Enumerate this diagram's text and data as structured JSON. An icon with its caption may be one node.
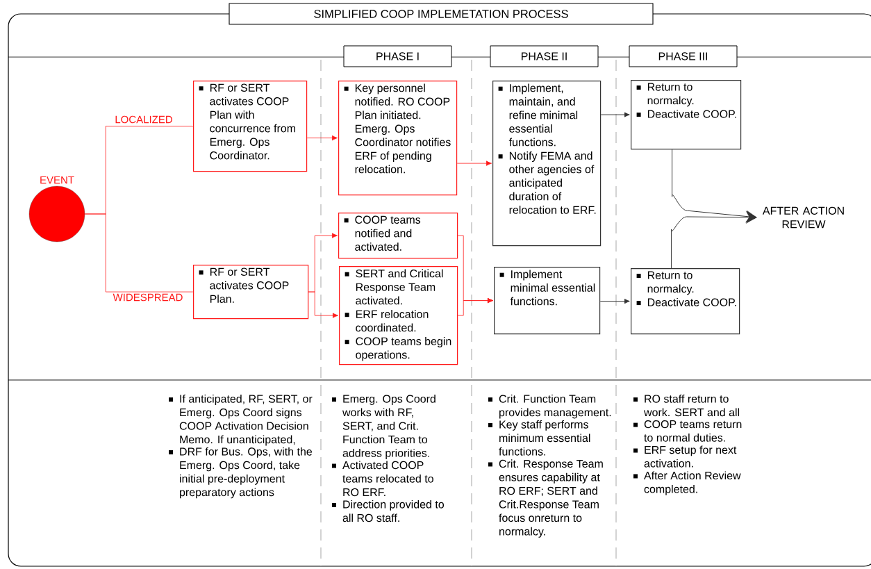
{
  "diagram": {
    "title": "SIMPLIFIED COOP IMPLEMETATION PROCESS",
    "nodes": [
      {
        "text": [
          "PHASE I"
        ]
      },
      {
        "text": [
          "PHASE II"
        ]
      },
      {
        "text": [
          "PHASE III"
        ]
      },
      {
        "text": [
          "EVENT"
        ]
      },
      {
        "text": [
          "RF or SERT activates COOP Plan with concurrence from Emerg. Ops Coordinator."
        ]
      },
      {
        "text": [
          "RF or SERT activates COOP Plan."
        ]
      },
      {
        "text": [
          "Key personnel notified. RO COOP Plan initiated. Emerg. Ops Coordinator notifies ERF of pending relocation."
        ]
      },
      {
        "text": [
          "COOP teams notified and activated."
        ]
      },
      {
        "text": [
          "SERT and Critical Response Team activated.",
          "ERF relocation coordinated.",
          "COOP teams begin operations."
        ]
      },
      {
        "text": [
          "Implement, maintain, and refine minimal essential functions.",
          "Notify FEMA and other agencies of anticipated duration of relocation to ERF."
        ]
      },
      {
        "text": [
          "Implement minimal essential functions."
        ]
      },
      {
        "text": [
          "Return to normalcy.",
          "Deactivate COOP."
        ]
      },
      {
        "text": [
          "Return to normalcy.",
          "Deactivate COOP."
        ]
      },
      {
        "text": [
          "AFTER ACTION REVIEW"
        ]
      }
    ],
    "edges": [
      {
        "from": 3,
        "to": 4,
        "arrow": "none",
        "label": "LOCALIZED"
      },
      {
        "from": 3,
        "to": 5,
        "arrow": "none",
        "label": "WIDESPREAD"
      },
      {
        "from": 4,
        "to": 6,
        "arrow": "to"
      },
      {
        "from": 6,
        "to": 9,
        "arrow": "to"
      },
      {
        "from": 5,
        "to": 7,
        "arrow": "to"
      },
      {
        "from": 5,
        "to": 8,
        "arrow": "to"
      },
      {
        "from": 7,
        "to": 10,
        "arrow": "to"
      },
      {
        "from": 8,
        "to": 10,
        "arrow": "to"
      },
      {
        "from": 9,
        "to": 11,
        "arrow": "to",
        "color": "#333333"
      },
      {
        "from": 10,
        "to": 12,
        "arrow": "to",
        "color": "#333333"
      },
      {
        "from": 11,
        "to": 13,
        "arrow": "to",
        "color": "#333333"
      },
      {
        "from": 12,
        "to": 13,
        "arrow": "to",
        "color": "#333333"
      }
    ],
    "labels": [
      "If anticipated, RF, SERT, or Emerg. Ops Coord signs COOP Activation Decision Memo. If unanticipated,",
      "DRF for Bus. Ops, with the Emerg. Ops Coord, take initial pre-deployment preparatory actions",
      "Emerg. Ops Coord works with RF, SERT, and Crit. Function Team to address priorities.",
      "Activated COOP teams relocated to RO ERF.",
      "Direction provided to all RO staff.",
      "Crit. Function Team provides management.",
      "Key staff performs minimum essential functions.",
      "Crit. Response Team ensures capability at RO ERF; SERT and Crit.Response Team focus onreturn to normalcy.",
      "RO staff return to work. SERT and all",
      "COOP teams return to normal duties.",
      "ERF setup for next activation.",
      "After Action Review completed."
    ]
  }
}
